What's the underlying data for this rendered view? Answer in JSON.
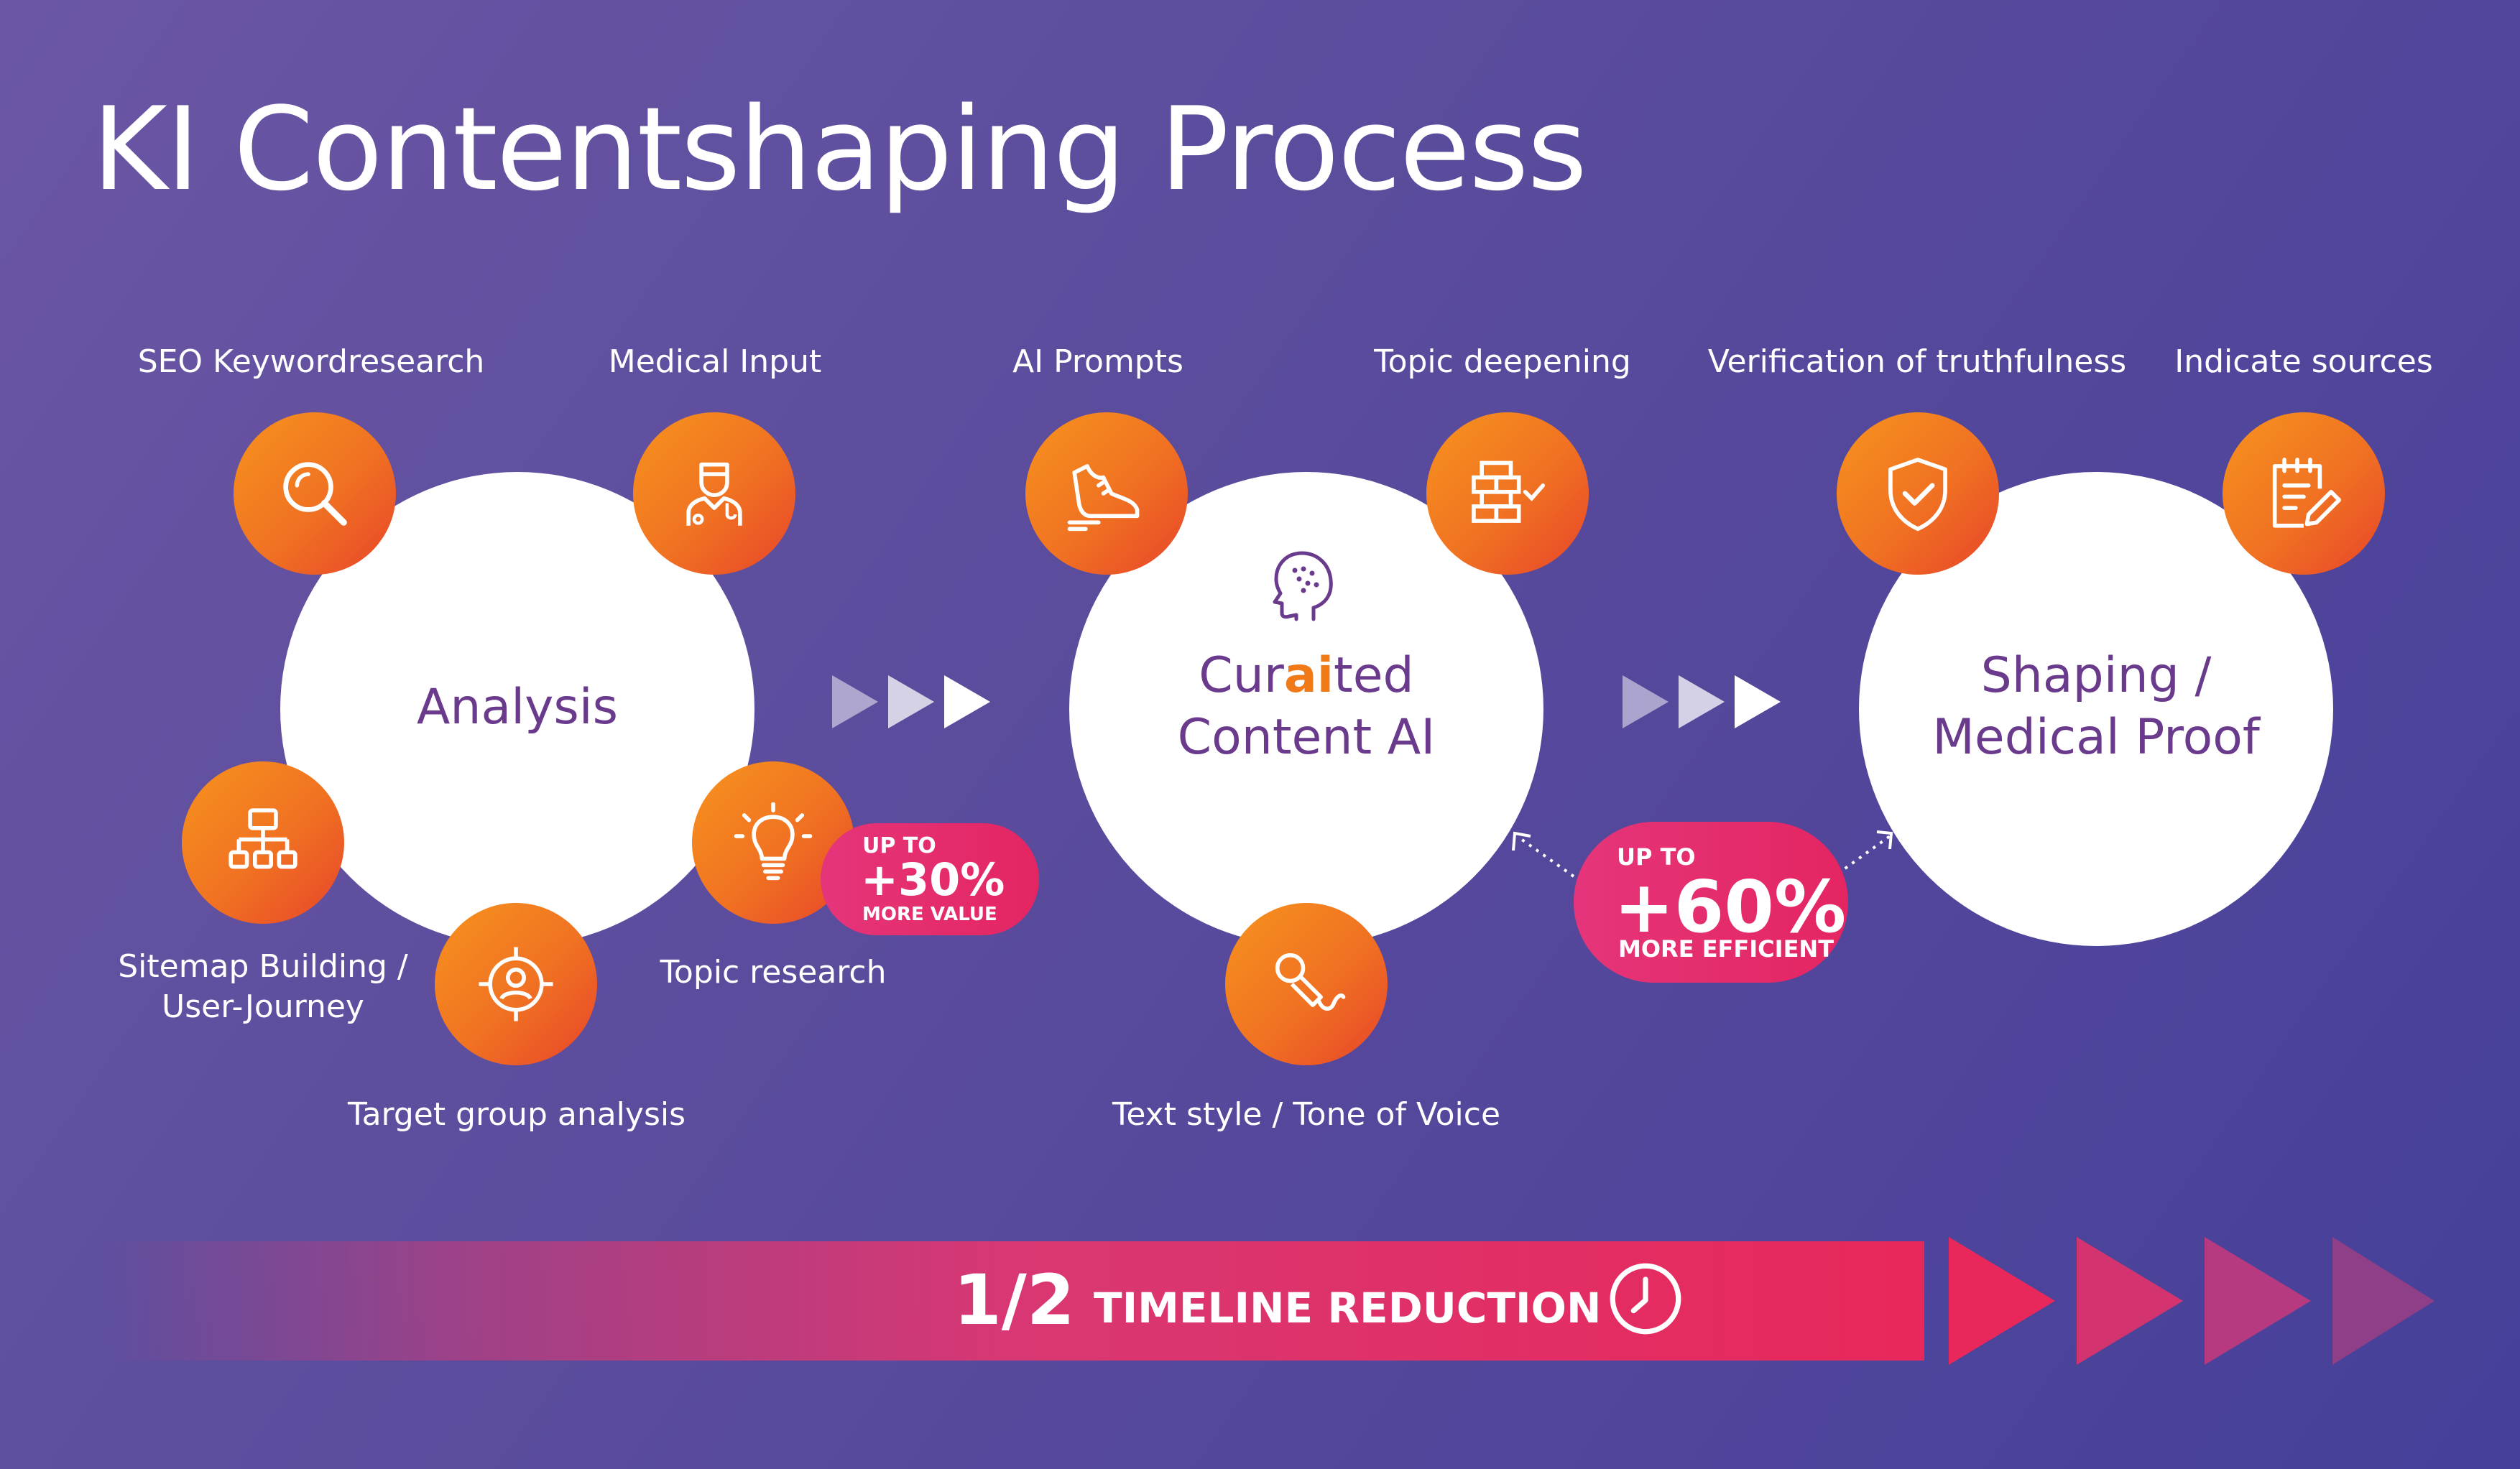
{
  "title": "KI Contentshaping Process",
  "stages": [
    {
      "name": "Analysis"
    },
    {
      "name_parts": [
        "Cur",
        "ai",
        "ted"
      ],
      "name_line2": "Content AI"
    },
    {
      "name_line1": "Shaping /",
      "name_line2": "Medical Proof"
    }
  ],
  "labels": {
    "seo": "SEO Keywordresearch",
    "medical_input": "Medical Input",
    "sitemap_line1": "Sitemap Building /",
    "sitemap_line2": "User-Journey",
    "target_group": "Target group analysis",
    "topic_research": "Topic research",
    "ai_prompts": "AI Prompts",
    "topic_deepening": "Topic deepening",
    "text_style": "Text style / Tone of Voice",
    "verification": "Verification of truthfulness",
    "indicate_sources": "Indicate sources"
  },
  "badges": {
    "value": {
      "up_to": "UP TO",
      "percent": "+30%",
      "caption": "MORE VALUE"
    },
    "efficient": {
      "up_to": "UP TO",
      "percent": "+60%",
      "caption": "MORE EFFICIENT"
    }
  },
  "timeline": {
    "fraction": "1/2",
    "text": "TIMELINE REDUCTION"
  },
  "icons": {
    "seo": "magnifier-icon",
    "medical_input": "doctor-icon",
    "sitemap": "sitemap-icon",
    "target_group": "target-person-icon",
    "topic_research": "lightbulb-icon",
    "ai_prompts": "sneaker-icon",
    "topic_deepening": "bricks-check-icon",
    "text_style": "microphone-icon",
    "verification": "shield-check-icon",
    "indicate_sources": "notepad-pencil-icon",
    "curaited": "head-brain-icon",
    "timeline": "clock-icon"
  },
  "colors": {
    "background_start": "#6a56a4",
    "background_end": "#46409a",
    "orange": "#f07122",
    "pink": "#e42562",
    "stage_text": "#6a3a8c"
  }
}
